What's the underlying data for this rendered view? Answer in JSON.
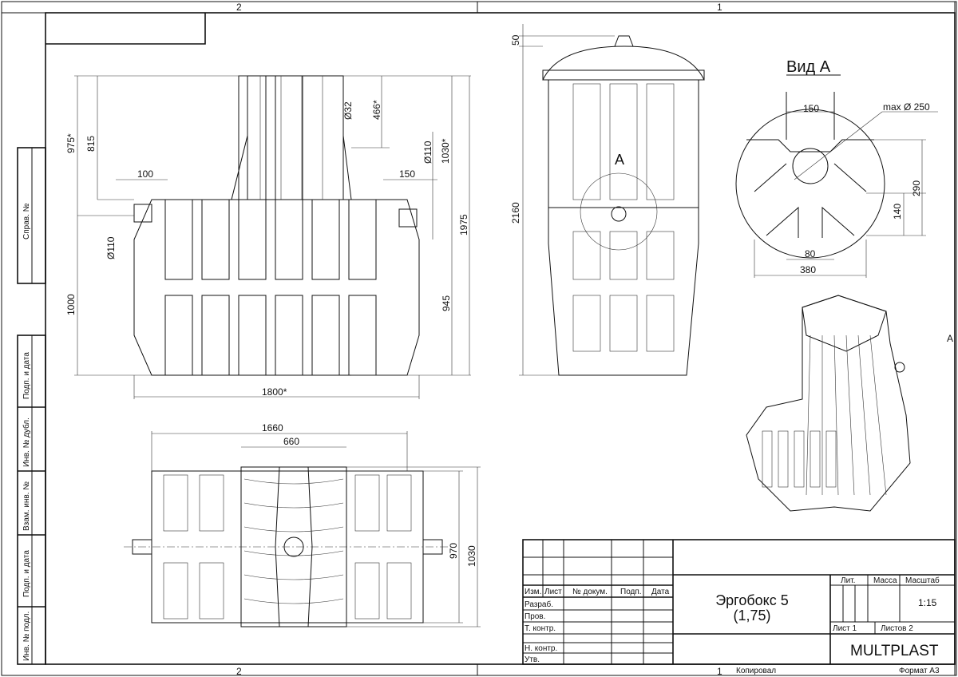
{
  "frame": {
    "zone_top_left": "2",
    "zone_top_right": "1",
    "zone_bottom_left": "2",
    "zone_bottom_right": "1",
    "zone_right": "A",
    "side_labels": [
      "Справ. №",
      "Подп. и дата",
      "Инв. № дубл.",
      "Взам. инв. №",
      "Подп. и дата",
      "Инв. № подл."
    ]
  },
  "front_view": {
    "dims": [
      "975*",
      "815",
      "100",
      "Ø110",
      "1000",
      "Ø32",
      "466*",
      "Ø110",
      "1030*",
      "150",
      "1975",
      "945",
      "1800*"
    ]
  },
  "side_view": {
    "dims": [
      "50",
      "2160"
    ],
    "callout": "A"
  },
  "view_a": {
    "title": "Вид А",
    "dims": [
      "150",
      "max Ø 250",
      "290",
      "140",
      "80",
      "380"
    ]
  },
  "top_view": {
    "dims": [
      "1660",
      "660",
      "970",
      "1030"
    ]
  },
  "title_block": {
    "headers": [
      "Изм.",
      "Лист",
      "№ докум.",
      "Подп.",
      "Дата"
    ],
    "rows": [
      "Разраб.",
      "Пров.",
      "Т. контр.",
      "",
      "Н. контр.",
      "Утв."
    ],
    "product_name": "Эргобокс 5",
    "product_variant": "(1,75)",
    "lit_label": "Лит.",
    "mass_label": "Масса",
    "scale_label": "Масштаб",
    "scale_value": "1:15",
    "sheet": "Лист 1",
    "sheets": "Листов 2",
    "company": "MULTPLAST",
    "copied": "Копировал",
    "format": "Формат А3"
  }
}
